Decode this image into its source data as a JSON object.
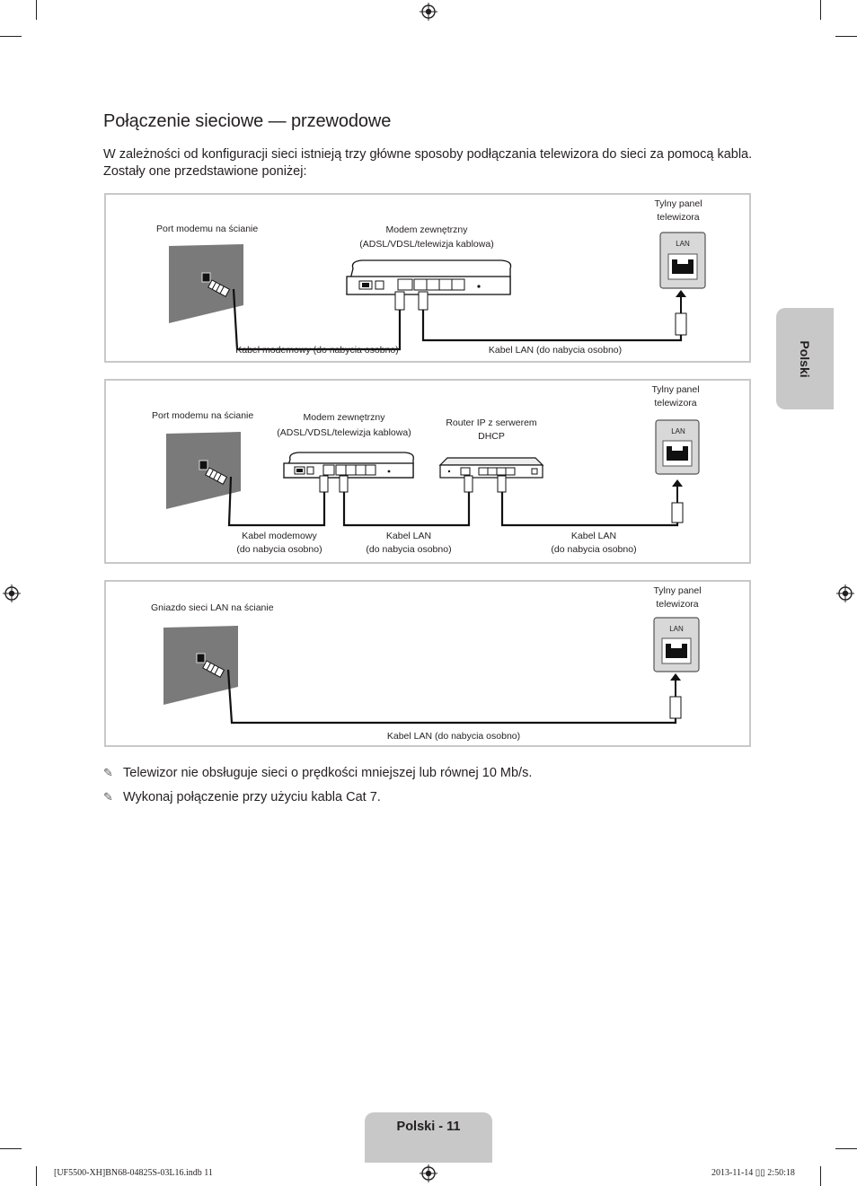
{
  "title": "Połączenie sieciowe — przewodowe",
  "intro": "W zależności od konfiguracji sieci istnieją trzy główne sposoby podłączania telewizora do sieci za pomocą kabla. Zostały one przedstawione poniżej:",
  "side_tab": "Polski",
  "diagram1": {
    "wall_port": "Port modemu na ścianie",
    "modem_line1": "Modem zewnętrzny",
    "modem_line2": "(ADSL/VDSL/telewizja kablowa)",
    "tv_line1": "Tylny panel",
    "tv_line2": "telewizora",
    "lan": "LAN",
    "cable_modem": "Kabel modemowy (do nabycia osobno)",
    "cable_lan": "Kabel LAN (do nabycia osobno)"
  },
  "diagram2": {
    "wall_port": "Port modemu na ścianie",
    "modem_line1": "Modem zewnętrzny",
    "modem_line2": "(ADSL/VDSL/telewizja kablowa)",
    "router_line1": "Router IP z serwerem",
    "router_line2": "DHCP",
    "tv_line1": "Tylny panel",
    "tv_line2": "telewizora",
    "lan": "LAN",
    "cable_modem_line1": "Kabel modemowy",
    "cable_modem_line2": "(do nabycia osobno)",
    "cable_lan1_line1": "Kabel LAN",
    "cable_lan1_line2": "(do nabycia osobno)",
    "cable_lan2_line1": "Kabel LAN",
    "cable_lan2_line2": "(do nabycia osobno)"
  },
  "diagram3": {
    "wall_port": "Gniazdo sieci LAN na ścianie",
    "tv_line1": "Tylny panel",
    "tv_line2": "telewizora",
    "lan": "LAN",
    "cable_lan": "Kabel LAN (do nabycia osobno)"
  },
  "notes": [
    "Telewizor nie obsługuje sieci o prędkości mniejszej lub równej 10 Mb/s.",
    "Wykonaj połączenie przy użyciu kabla Cat 7."
  ],
  "note_icon": "pencil-note-icon",
  "page_label": "Polski - 11",
  "slug_left": "[UF5500-XH]BN68-04825S-03L16.indb   11",
  "slug_right": "2013-11-14   ▯▯ 2:50:18"
}
